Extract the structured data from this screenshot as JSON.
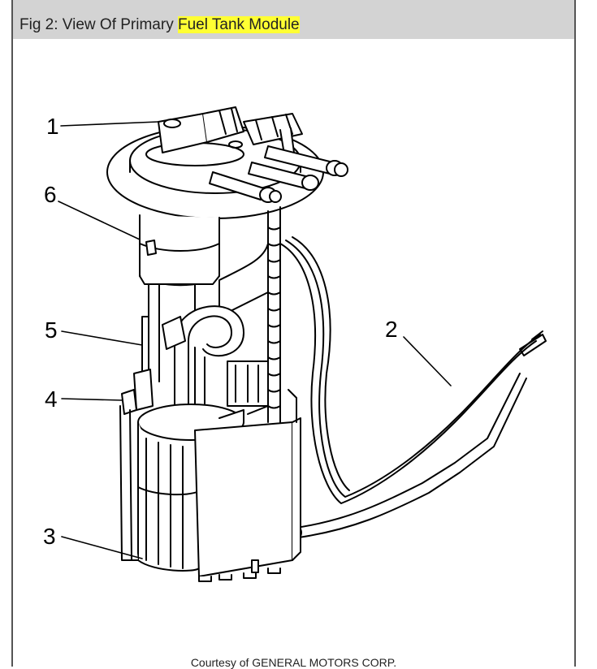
{
  "caption": {
    "prefix": "Fig 2: View Of Primary ",
    "highlighted": "Fuel Tank Module",
    "highlight_color": "#ffff33"
  },
  "callouts": [
    "1",
    "2",
    "3",
    "4",
    "5",
    "6"
  ],
  "credit": "Courtesy of GENERAL MOTORS CORP."
}
